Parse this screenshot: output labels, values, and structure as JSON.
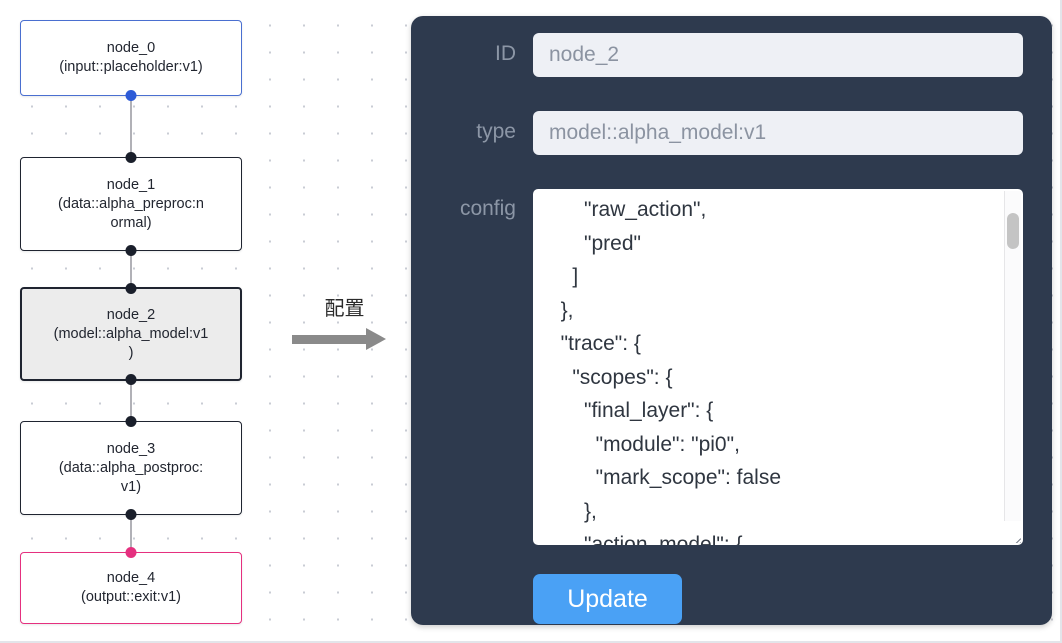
{
  "graph": {
    "nodes": [
      {
        "id": "node_0",
        "label": "node_0\n(input::placeholder:v1)",
        "accent": "#4a6fd0",
        "state": "default"
      },
      {
        "id": "node_1",
        "label": "node_1\n(data::alpha_preproc:n\normal)",
        "accent": "#1f2430",
        "state": "default"
      },
      {
        "id": "node_2",
        "label": "node_2\n(model::alpha_model:v1\n)",
        "accent": "#1f2430",
        "state": "selected"
      },
      {
        "id": "node_3",
        "label": "node_3\n(data::alpha_postproc:\nv1)",
        "accent": "#1f2430",
        "state": "default"
      },
      {
        "id": "node_4",
        "label": "node_4\n(output::exit:v1)",
        "accent": "#e5307f",
        "state": "default"
      }
    ],
    "edges": [
      {
        "from": "node_0",
        "to": "node_1"
      },
      {
        "from": "node_1",
        "to": "node_2"
      },
      {
        "from": "node_2",
        "to": "node_3"
      },
      {
        "from": "node_3",
        "to": "node_4"
      }
    ],
    "handle_icon": "connection-handle-dot"
  },
  "annotation": {
    "label": "配置",
    "arrow_icon": "right-arrow-icon",
    "arrow_color": "#8a8a8a"
  },
  "panel": {
    "background_color": "#2e3a4e",
    "fields": [
      {
        "key": "id",
        "label": "ID",
        "value": "node_2"
      },
      {
        "key": "type",
        "label": "type",
        "value": "model::alpha_model:v1"
      },
      {
        "key": "config",
        "label": "config"
      }
    ],
    "config_value": "      \"raw_action\",\n      \"pred\"\n    ]\n  },\n  \"trace\": {\n    \"scopes\": {\n      \"final_layer\": {\n        \"module\": \"pi0\",\n        \"mark_scope\": false\n      },\n      \"action_model\": {",
    "scrollbar": {
      "icon": "vertical-scrollbar",
      "thumb_color": "#c4c4c4"
    },
    "resize_grip_icon": "resize-grip-icon",
    "update_button": {
      "label": "Update",
      "color": "#4aa1f5"
    }
  }
}
